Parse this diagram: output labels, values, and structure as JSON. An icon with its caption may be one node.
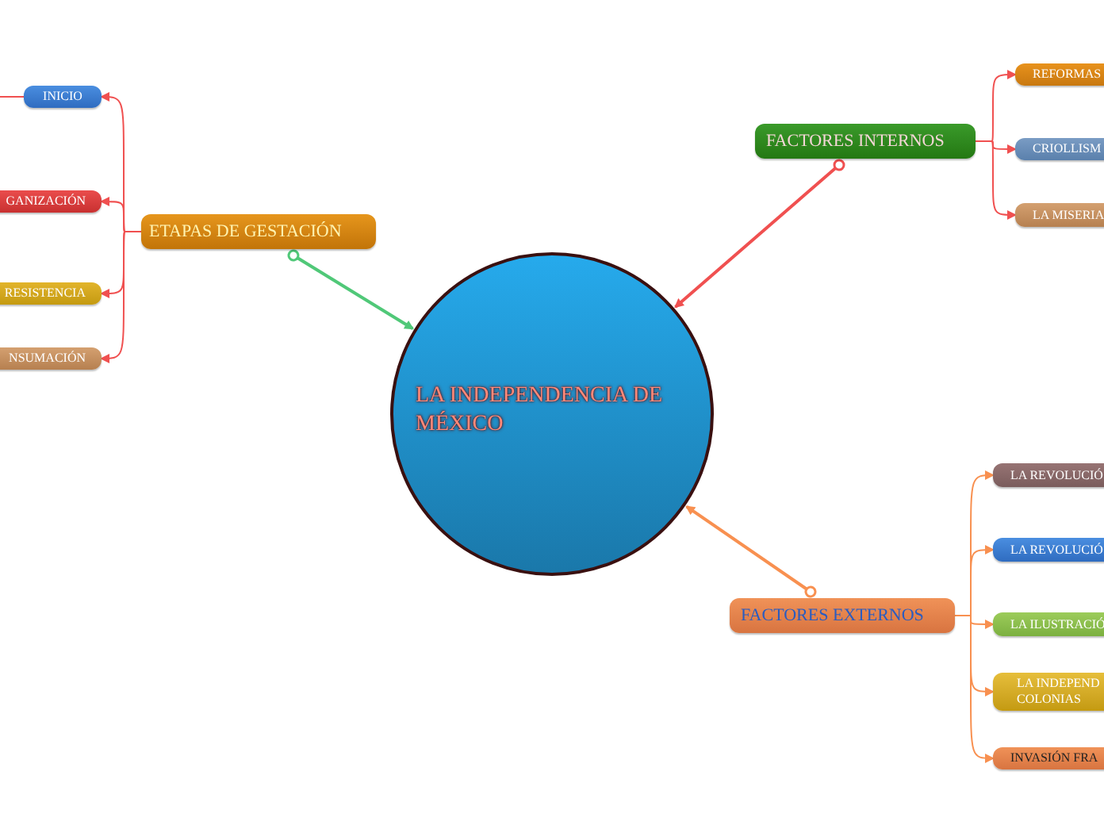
{
  "diagram": {
    "nodes": [
      {
        "text": [
          "LA INDEPENDENCIA DE MÉXICO"
        ]
      },
      {
        "text": [
          "ETAPAS DE GESTACIÓN"
        ]
      },
      {
        "text": [
          "INICIO"
        ]
      },
      {
        "text": [
          "GANIZACIÓN"
        ]
      },
      {
        "text": [
          "RESISTENCIA"
        ]
      },
      {
        "text": [
          "NSUMACIÓN"
        ]
      },
      {
        "text": [
          "FACTORES INTERNOS"
        ]
      },
      {
        "text": [
          "REFORMAS"
        ]
      },
      {
        "text": [
          "CRIOLLISM"
        ]
      },
      {
        "text": [
          "LA MISERIA"
        ]
      },
      {
        "text": [
          "FACTORES EXTERNOS"
        ]
      },
      {
        "text": [
          "LA REVOLUCIÓ"
        ]
      },
      {
        "text": [
          "LA REVOLUCIÓ"
        ]
      },
      {
        "text": [
          "LA ILUSTRACIÓ"
        ]
      },
      {
        "text": [
          "LA INDEPEND COLONIAS"
        ]
      },
      {
        "text": [
          "INVASIÓN FRA"
        ]
      }
    ],
    "edges": [
      {
        "from": 1,
        "to": 0,
        "arrow": "to",
        "color": "#50c878"
      },
      {
        "from": 6,
        "to": 0,
        "arrow": "to"
      },
      {
        "from": 10,
        "to": 0,
        "arrow": "to",
        "color": "#f89050"
      },
      {
        "from": null,
        "to": 2,
        "arrow": "none"
      },
      {
        "from": 1,
        "to": 2,
        "arrow": "to"
      },
      {
        "from": 1,
        "to": 3,
        "arrow": "to"
      },
      {
        "from": 1,
        "to": 4,
        "arrow": "to"
      },
      {
        "from": 1,
        "to": 5,
        "arrow": "to"
      },
      {
        "from": 6,
        "to": 7,
        "arrow": "to"
      },
      {
        "from": 6,
        "to": 8,
        "arrow": "to"
      },
      {
        "from": 6,
        "to": 9,
        "arrow": "to"
      },
      {
        "from": 10,
        "to": 11,
        "arrow": "to",
        "color": "#f89050"
      },
      {
        "from": 10,
        "to": 12,
        "arrow": "to",
        "color": "#f89050"
      },
      {
        "from": 10,
        "to": 13,
        "arrow": "to",
        "color": "#f89050"
      },
      {
        "from": 10,
        "to": 14,
        "arrow": "to",
        "color": "#f89050"
      },
      {
        "from": 10,
        "to": 15,
        "arrow": "to",
        "color": "#f89050"
      }
    ]
  }
}
